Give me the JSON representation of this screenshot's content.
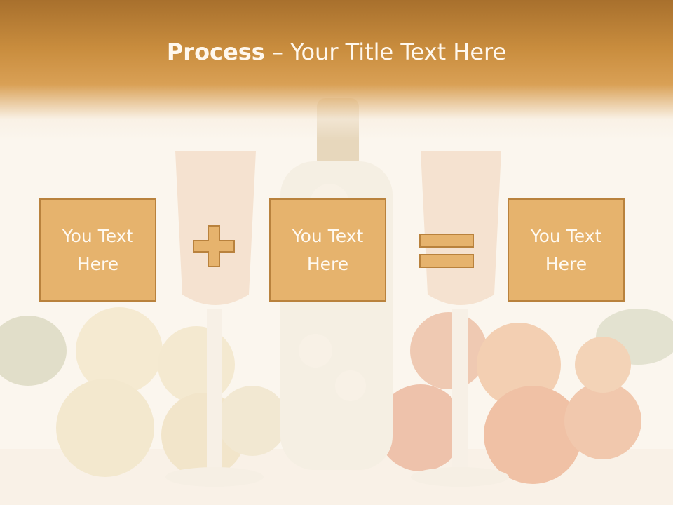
{
  "slide": {
    "title_bold": "Process",
    "title_dash": " – ",
    "title_rest": "Your Title Text Here"
  },
  "boxes": [
    {
      "line1": "You Text",
      "line2": "Here"
    },
    {
      "line1": "You Text",
      "line2": "Here"
    },
    {
      "line1": "You Text",
      "line2": "Here"
    }
  ],
  "operators": {
    "first": "plus-icon",
    "second": "equals-icon"
  },
  "colors": {
    "header": "#c98d3e",
    "box_fill": "#e6b36d",
    "box_border": "#b9823d",
    "text": "#fffaf2"
  }
}
